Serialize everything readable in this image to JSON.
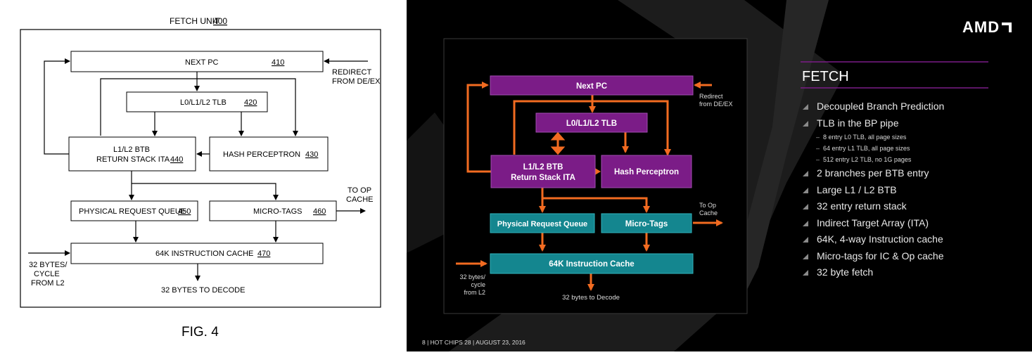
{
  "patent_figure": {
    "title": "FETCH UNIT",
    "title_ref": "400",
    "next_pc": {
      "label": "NEXT PC",
      "ref": "410"
    },
    "tlb": {
      "label": "L0/L1/L2 TLB",
      "ref": "420"
    },
    "btb": {
      "line1": "L1/L2 BTB",
      "line2": "RETURN STACK ITA",
      "ref": "440"
    },
    "hash": {
      "label": "HASH PERCEPTRON",
      "ref": "430"
    },
    "prq": {
      "label": "PHYSICAL REQUEST QUEUE",
      "ref": "450"
    },
    "micro_tags": {
      "label": "MICRO-TAGS",
      "ref": "460"
    },
    "icache": {
      "label": "64K INSTRUCTION CACHE",
      "ref": "470"
    },
    "redirect": {
      "line1": "REDIRECT",
      "line2": "FROM DE/EX"
    },
    "to_op": {
      "line1": "TO OP",
      "line2": "CACHE"
    },
    "bytes_in": {
      "line1": "32 BYTES/",
      "line2": "CYCLE",
      "line3": "FROM L2"
    },
    "bytes_out": "32 BYTES TO DECODE",
    "caption": "FIG. 4"
  },
  "slide": {
    "logo": "AMD",
    "title": "FETCH",
    "diagram": {
      "next_pc": "Next PC",
      "tlb": "L0/L1/L2 TLB",
      "btb_line1": "L1/L2 BTB",
      "btb_line2": "Return Stack ITA",
      "hash": "Hash Perceptron",
      "prq": "Physical Request Queue",
      "micro_tags": "Micro-Tags",
      "icache": "64K Instruction Cache",
      "redirect_line1": "Redirect",
      "redirect_line2": "from DE/EX",
      "to_op_line1": "To Op",
      "to_op_line2": "Cache",
      "bytes_line1": "32 bytes/",
      "bytes_line2": "cycle",
      "bytes_line3": "from L2",
      "decode": "32 bytes to Decode"
    },
    "bullets": [
      {
        "text": "Decoupled Branch Prediction"
      },
      {
        "text": "TLB in the BP pipe",
        "sub": [
          "8 entry L0 TLB, all page sizes",
          "64 entry L1 TLB, all page sizes",
          "512 entry L2 TLB, no 1G pages"
        ]
      },
      {
        "text": "2 branches per BTB entry"
      },
      {
        "text": "Large L1 / L2 BTB"
      },
      {
        "text": "32 entry return stack"
      },
      {
        "text": "Indirect Target Array (ITA)"
      },
      {
        "text": "64K, 4-way Instruction cache"
      },
      {
        "text": "Micro-tags for IC & Op cache"
      },
      {
        "text": "32 byte fetch"
      }
    ],
    "footer": "8  |  HOT CHIPS 28  |  AUGUST 23, 2016",
    "colors": {
      "purple": "#7b1c87",
      "teal": "#14868f",
      "orange": "#f26b21",
      "background": "#000000"
    }
  }
}
